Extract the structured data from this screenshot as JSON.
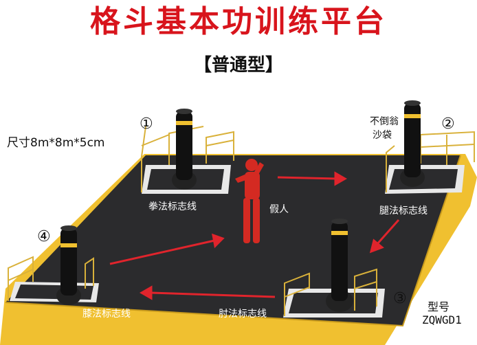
{
  "header": {
    "title": "格斗基本功训练平台",
    "subtitle": "【普通型】"
  },
  "size": "尺寸8m*8m*5cm",
  "stations": [
    {
      "number": "①",
      "label": "拳法标志线"
    },
    {
      "number": "②",
      "label": "腿法标志线"
    },
    {
      "number": "③",
      "label": "肘法标志线"
    },
    {
      "number": "④",
      "label": "膝法标志线"
    }
  ],
  "annotations": {
    "bag": "不倒翁\n沙袋",
    "bag_line1": "不倒翁",
    "bag_line2": "沙袋",
    "dummy": "假人"
  },
  "model": {
    "title": "型号",
    "code": "ZQWGD1"
  },
  "colors": {
    "title": "#d8141c",
    "mat": "#2b2b2d",
    "border": "#f0c030",
    "arrow": "#e0242c",
    "dummy": "#d42a22"
  }
}
